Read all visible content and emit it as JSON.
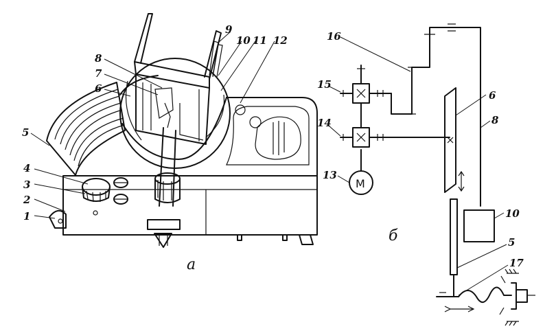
{
  "figure": {
    "panel_a": {
      "caption": "а",
      "labels": [
        "1",
        "2",
        "3",
        "4",
        "5",
        "6",
        "7",
        "8",
        "9",
        "10",
        "11",
        "12"
      ]
    },
    "panel_b": {
      "caption": "б",
      "labels": [
        "5",
        "6",
        "8",
        "10",
        "13",
        "14",
        "15",
        "16",
        "17"
      ],
      "motor_symbol": "M"
    },
    "colors": {
      "ink": "#111111",
      "paper": "#ffffff"
    }
  }
}
